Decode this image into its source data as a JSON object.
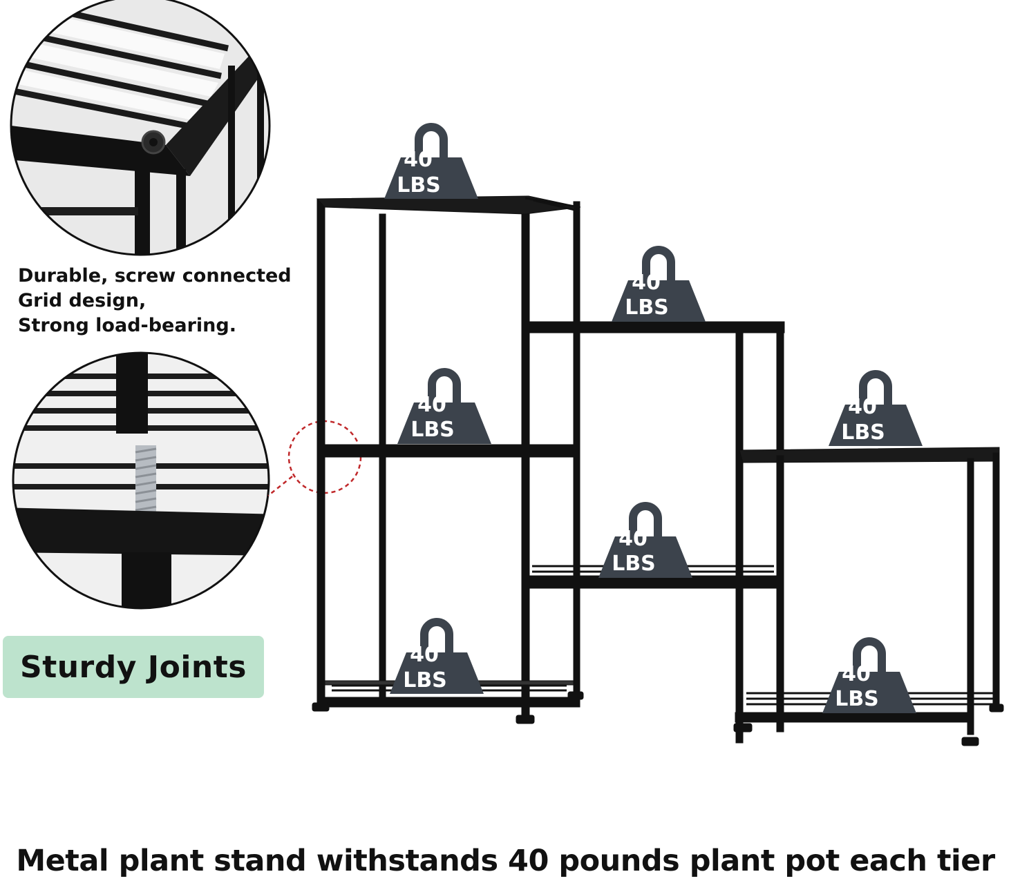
{
  "features": {
    "lines": [
      "Durable, screw connected",
      "Grid design,",
      "Strong load-bearing."
    ]
  },
  "badge": {
    "label": "Sturdy Joints",
    "color": "#bde3cd"
  },
  "weight": {
    "value": "40",
    "unit": "LBS",
    "color": "#3c434c"
  },
  "caption": "Metal plant stand withstands 40 pounds plant pot each tier",
  "colors": {
    "frame": "#111111",
    "highlight": "#c0282a"
  },
  "icons": [
    "shelf-corner-closeup",
    "screw-joint-closeup",
    "weight-icon"
  ]
}
